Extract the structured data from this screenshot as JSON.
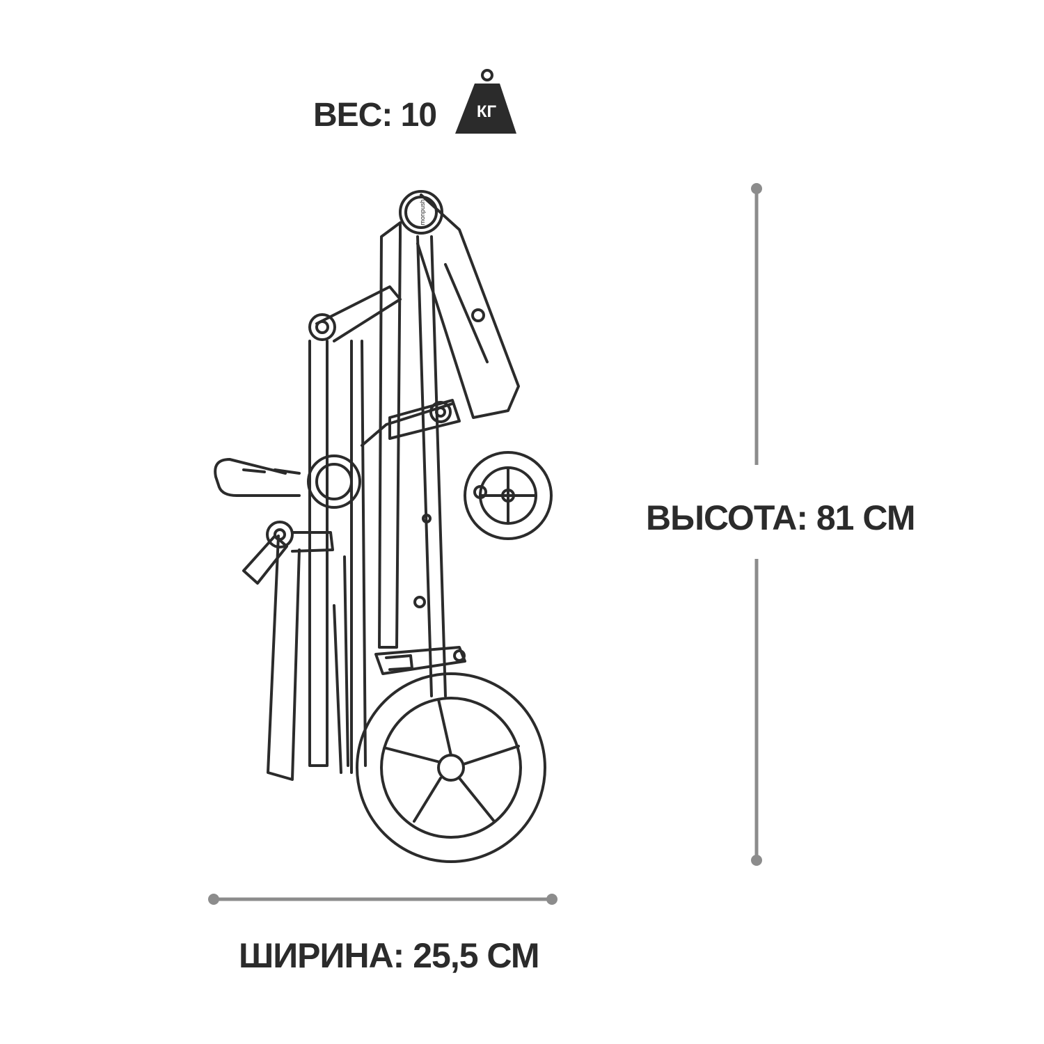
{
  "weight": {
    "label": "ВЕС: 10",
    "unit": "КГ"
  },
  "height": {
    "label": "ВЫСОТА: 81 СМ"
  },
  "width": {
    "label": "ШИРИНА: 25,5 СМ"
  },
  "brand_mark": "monpush",
  "colors": {
    "text": "#2b2b2b",
    "dimension_line": "#8c8c8c",
    "drawing": "#2b2b2b"
  }
}
